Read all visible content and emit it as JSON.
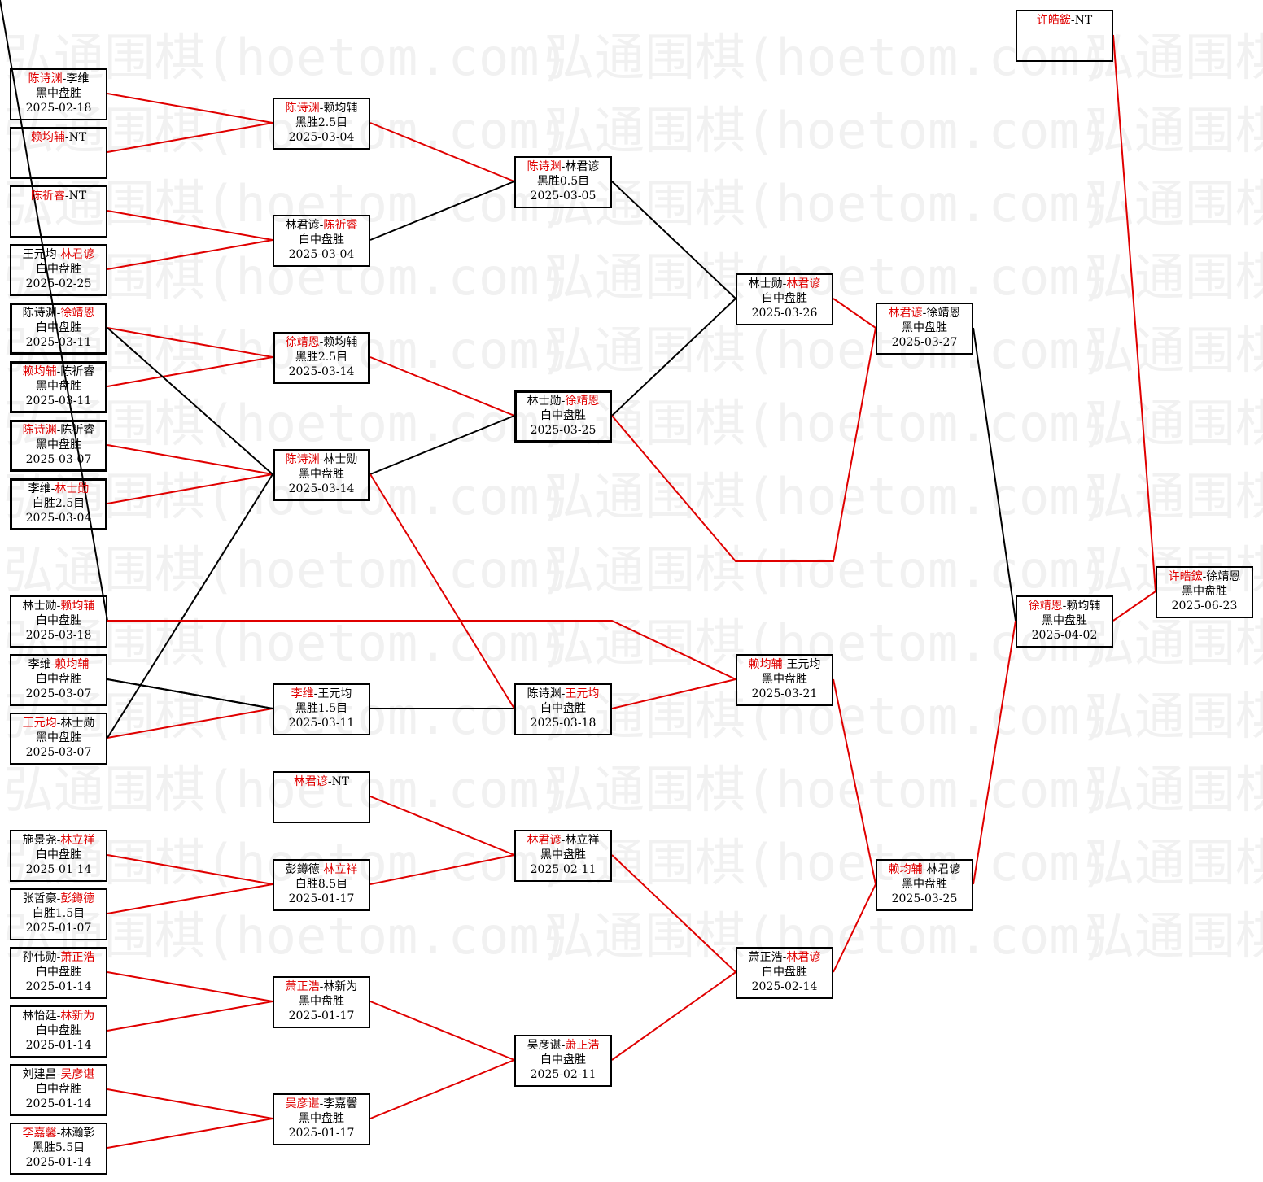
{
  "watermark": "弘通围棋(hoetom.com)",
  "colors": {
    "winner": "#e00000",
    "line_red": "#e00000",
    "line_black": "#000000"
  },
  "matches": [
    {
      "id": "m1",
      "p1": "陈诗渊",
      "p2": "李维",
      "winner": 1,
      "result": "黑中盘胜",
      "date": "2025-02-18"
    },
    {
      "id": "m2",
      "p1": "赖均辅",
      "p2": "NT",
      "winner": 1,
      "result": "",
      "date": ""
    },
    {
      "id": "m3",
      "p1": "陈祈睿",
      "p2": "NT",
      "winner": 1,
      "result": "",
      "date": ""
    },
    {
      "id": "m4",
      "p1": "王元均",
      "p2": "林君谚",
      "winner": 2,
      "result": "白中盘胜",
      "date": "2025-02-25"
    },
    {
      "id": "m5",
      "p1": "陈诗渊",
      "p2": "徐靖恩",
      "winner": 2,
      "result": "白中盘胜",
      "date": "2025-03-11"
    },
    {
      "id": "m6",
      "p1": "赖均辅",
      "p2": "陈祈睿",
      "winner": 1,
      "result": "黑中盘胜",
      "date": "2025-03-11"
    },
    {
      "id": "m7",
      "p1": "陈诗渊",
      "p2": "陈祈睿",
      "winner": 1,
      "result": "黑中盘胜",
      "date": "2025-03-07"
    },
    {
      "id": "m8",
      "p1": "李维",
      "p2": "林士勋",
      "winner": 2,
      "result": "白胜2.5目",
      "date": "2025-03-04"
    },
    {
      "id": "m9",
      "p1": "林士勋",
      "p2": "赖均辅",
      "winner": 2,
      "result": "白中盘胜",
      "date": "2025-03-18"
    },
    {
      "id": "m10",
      "p1": "李维",
      "p2": "赖均辅",
      "winner": 2,
      "result": "白中盘胜",
      "date": "2025-03-07"
    },
    {
      "id": "m11",
      "p1": "王元均",
      "p2": "林士勋",
      "winner": 1,
      "result": "黑中盘胜",
      "date": "2025-03-07"
    },
    {
      "id": "m12",
      "p1": "施景尧",
      "p2": "林立祥",
      "winner": 2,
      "result": "白中盘胜",
      "date": "2025-01-14"
    },
    {
      "id": "m13",
      "p1": "张哲豪",
      "p2": "彭鐏德",
      "winner": 2,
      "result": "白胜1.5目",
      "date": "2025-01-07"
    },
    {
      "id": "m14",
      "p1": "孙伟勋",
      "p2": "萧正浩",
      "winner": 2,
      "result": "白中盘胜",
      "date": "2025-01-14"
    },
    {
      "id": "m15",
      "p1": "林怡廷",
      "p2": "林新为",
      "winner": 2,
      "result": "白中盘胜",
      "date": "2025-01-14"
    },
    {
      "id": "m16",
      "p1": "刘建昌",
      "p2": "吴彦谌",
      "winner": 2,
      "result": "白中盘胜",
      "date": "2025-01-14"
    },
    {
      "id": "m17",
      "p1": "李嘉馨",
      "p2": "林瀚彰",
      "winner": 1,
      "result": "黑胜5.5目",
      "date": "2025-01-14"
    },
    {
      "id": "m18",
      "p1": "陈诗渊",
      "p2": "赖均辅",
      "winner": 1,
      "result": "黑胜2.5目",
      "date": "2025-03-04"
    },
    {
      "id": "m19",
      "p1": "林君谚",
      "p2": "陈祈睿",
      "winner": 2,
      "result": "白中盘胜",
      "date": "2025-03-04"
    },
    {
      "id": "m20",
      "p1": "徐靖恩",
      "p2": "赖均辅",
      "winner": 1,
      "result": "黑胜2.5目",
      "date": "2025-03-14"
    },
    {
      "id": "m21",
      "p1": "陈诗渊",
      "p2": "林士勋",
      "winner": 1,
      "result": "黑中盘胜",
      "date": "2025-03-14"
    },
    {
      "id": "m22",
      "p1": "李维",
      "p2": "王元均",
      "winner": 1,
      "result": "黑胜1.5目",
      "date": "2025-03-11"
    },
    {
      "id": "m23",
      "p1": "林君谚",
      "p2": "NT",
      "winner": 1,
      "result": "",
      "date": ""
    },
    {
      "id": "m24",
      "p1": "彭鐏德",
      "p2": "林立祥",
      "winner": 2,
      "result": "白胜8.5目",
      "date": "2025-01-17"
    },
    {
      "id": "m25",
      "p1": "萧正浩",
      "p2": "林新为",
      "winner": 1,
      "result": "黑中盘胜",
      "date": "2025-01-17"
    },
    {
      "id": "m26",
      "p1": "吴彦谌",
      "p2": "李嘉馨",
      "winner": 1,
      "result": "黑中盘胜",
      "date": "2025-01-17"
    },
    {
      "id": "m27",
      "p1": "陈诗渊",
      "p2": "林君谚",
      "winner": 1,
      "result": "黑胜0.5目",
      "date": "2025-03-05"
    },
    {
      "id": "m28",
      "p1": "林士勋",
      "p2": "徐靖恩",
      "winner": 2,
      "result": "白中盘胜",
      "date": "2025-03-25"
    },
    {
      "id": "m29",
      "p1": "陈诗渊",
      "p2": "王元均",
      "winner": 2,
      "result": "白中盘胜",
      "date": "2025-03-18"
    },
    {
      "id": "m30",
      "p1": "林君谚",
      "p2": "林立祥",
      "winner": 1,
      "result": "黑中盘胜",
      "date": "2025-02-11"
    },
    {
      "id": "m31",
      "p1": "吴彦谌",
      "p2": "萧正浩",
      "winner": 2,
      "result": "白中盘胜",
      "date": "2025-02-11"
    },
    {
      "id": "m32",
      "p1": "林士勋",
      "p2": "林君谚",
      "winner": 2,
      "result": "白中盘胜",
      "date": "2025-03-26"
    },
    {
      "id": "m33",
      "p1": "赖均辅",
      "p2": "王元均",
      "winner": 1,
      "result": "黑中盘胜",
      "date": "2025-03-21"
    },
    {
      "id": "m34",
      "p1": "萧正浩",
      "p2": "林君谚",
      "winner": 2,
      "result": "白中盘胜",
      "date": "2025-02-14"
    },
    {
      "id": "m35",
      "p1": "林君谚",
      "p2": "徐靖恩",
      "winner": 1,
      "result": "黑中盘胜",
      "date": "2025-03-27"
    },
    {
      "id": "m36",
      "p1": "赖均辅",
      "p2": "林君谚",
      "winner": 1,
      "result": "黑中盘胜",
      "date": "2025-03-25"
    },
    {
      "id": "m37",
      "p1": "许皓鋐",
      "p2": "NT",
      "winner": 1,
      "result": "",
      "date": ""
    },
    {
      "id": "m38",
      "p1": "徐靖恩",
      "p2": "赖均辅",
      "winner": 1,
      "result": "黑中盘胜",
      "date": "2025-04-02"
    },
    {
      "id": "m39",
      "p1": "许皓鋐",
      "p2": "徐靖恩",
      "winner": 1,
      "result": "黑中盘胜",
      "date": "2025-06-23"
    }
  ]
}
